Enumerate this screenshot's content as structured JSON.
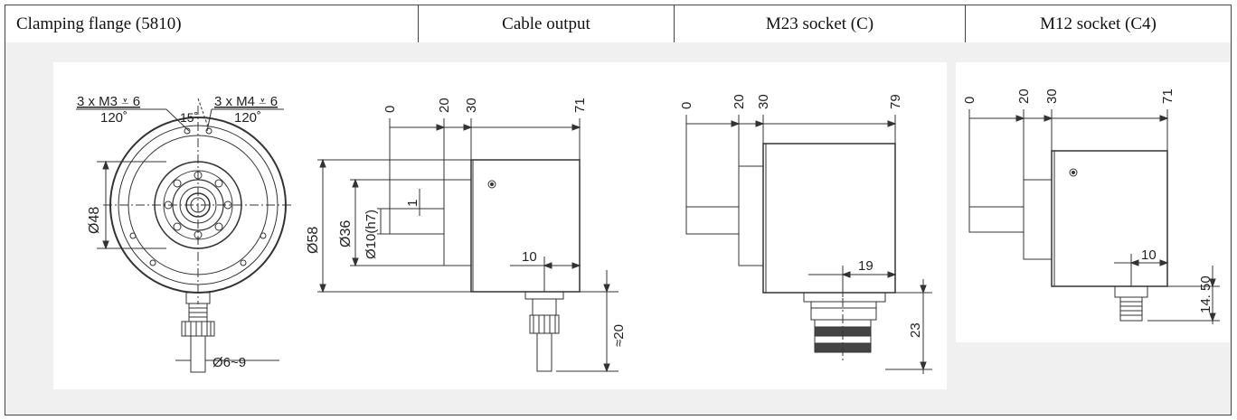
{
  "header": {
    "clamping_flange": "Clamping flange (5810)",
    "cable_output": "Cable output",
    "m23_socket": "M23 socket (C)",
    "m12_socket": "M12 socket (C4)"
  },
  "drawing_front": {
    "thread_left": "3 x M3 ⩡ 6",
    "angle_left": "120˚",
    "angle_small": "15˚",
    "thread_right": "3 x M4 ⩡ 6",
    "angle_right": "120˚",
    "dia_48": "Ø48",
    "dia_cable": "Ø6~9"
  },
  "drawing_cable": {
    "dim_0": "0",
    "dim_20": "20",
    "dim_30": "30",
    "dim_71": "71",
    "dia_58": "Ø58",
    "dia_36": "Ø36",
    "dia_10": "Ø10(h7)",
    "dim_1": "1",
    "dim_10": "10",
    "dim_20v": "≈20"
  },
  "drawing_m23": {
    "dim_0": "0",
    "dim_20": "20",
    "dim_30": "30",
    "dim_79": "79",
    "dim_19": "19",
    "dim_23": "23"
  },
  "drawing_m12": {
    "dim_0": "0",
    "dim_20": "20",
    "dim_30": "30",
    "dim_71": "71",
    "dim_10": "10",
    "dim_1450": "14. 50"
  }
}
